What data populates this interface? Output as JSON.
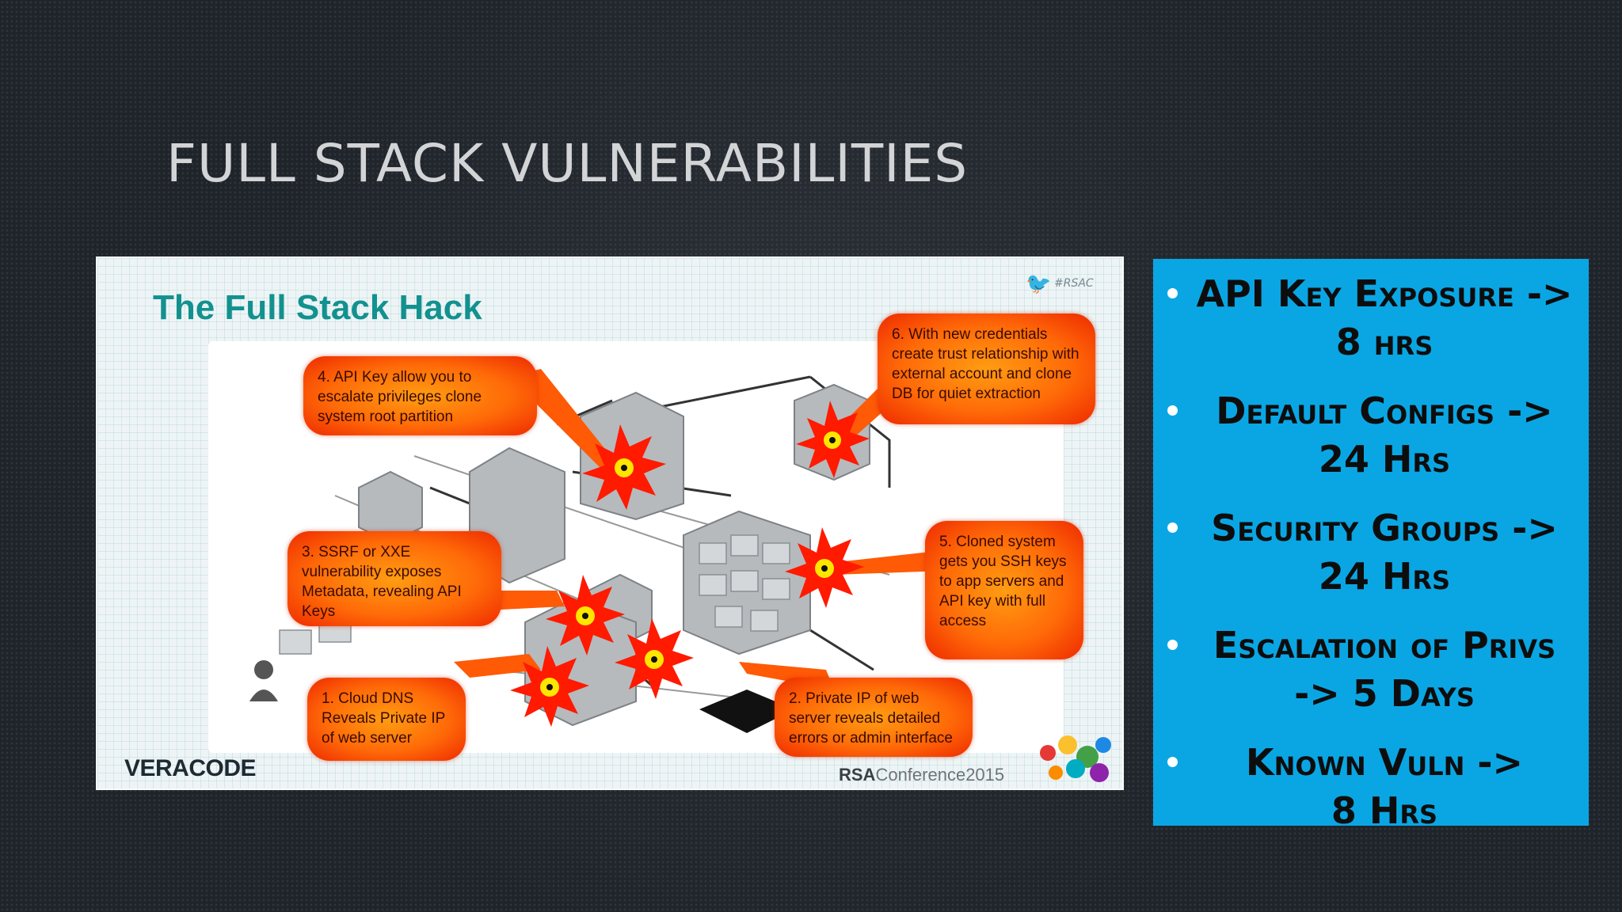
{
  "slide": {
    "title": "FULL STACK VULNERABILITIES"
  },
  "screenshot": {
    "title": "The Full Stack Hack",
    "hashtag": "#RSAC",
    "brand": "VERACODE",
    "conference_strong": "RSA",
    "conference": "Conference2015",
    "callouts": [
      {
        "text": "4. API Key allow you to escalate privileges clone system root partition"
      },
      {
        "text": "6. With new credentials create trust relationship with external account and clone DB for quiet extraction"
      },
      {
        "text": "3. SSRF or XXE vulnerability exposes Metadata, revealing API Keys"
      },
      {
        "text": "5. Cloned system gets you SSH keys to app servers and API key with full access"
      },
      {
        "text": "1. Cloud DNS Reveals Private IP of web server"
      },
      {
        "text": "2. Private IP of web server reveals detailed errors or admin interface"
      }
    ]
  },
  "panel": {
    "bullets": [
      {
        "line1": "API Key Exposure ->",
        "line2": "8 hrs"
      },
      {
        "line1": "Default Configs ->",
        "line2": "24 Hrs"
      },
      {
        "line1": "Security Groups ->",
        "line2": "24 Hrs"
      },
      {
        "line1": "Escalation of Privs",
        "line2": "-> 5 Days"
      },
      {
        "line1": "Known Vuln ->",
        "line2": "8 Hrs"
      }
    ]
  },
  "colors": {
    "background": "#1f242b",
    "panel": "#0aa6e4",
    "callout": "#ff6a08",
    "shot_title": "#12918f"
  }
}
